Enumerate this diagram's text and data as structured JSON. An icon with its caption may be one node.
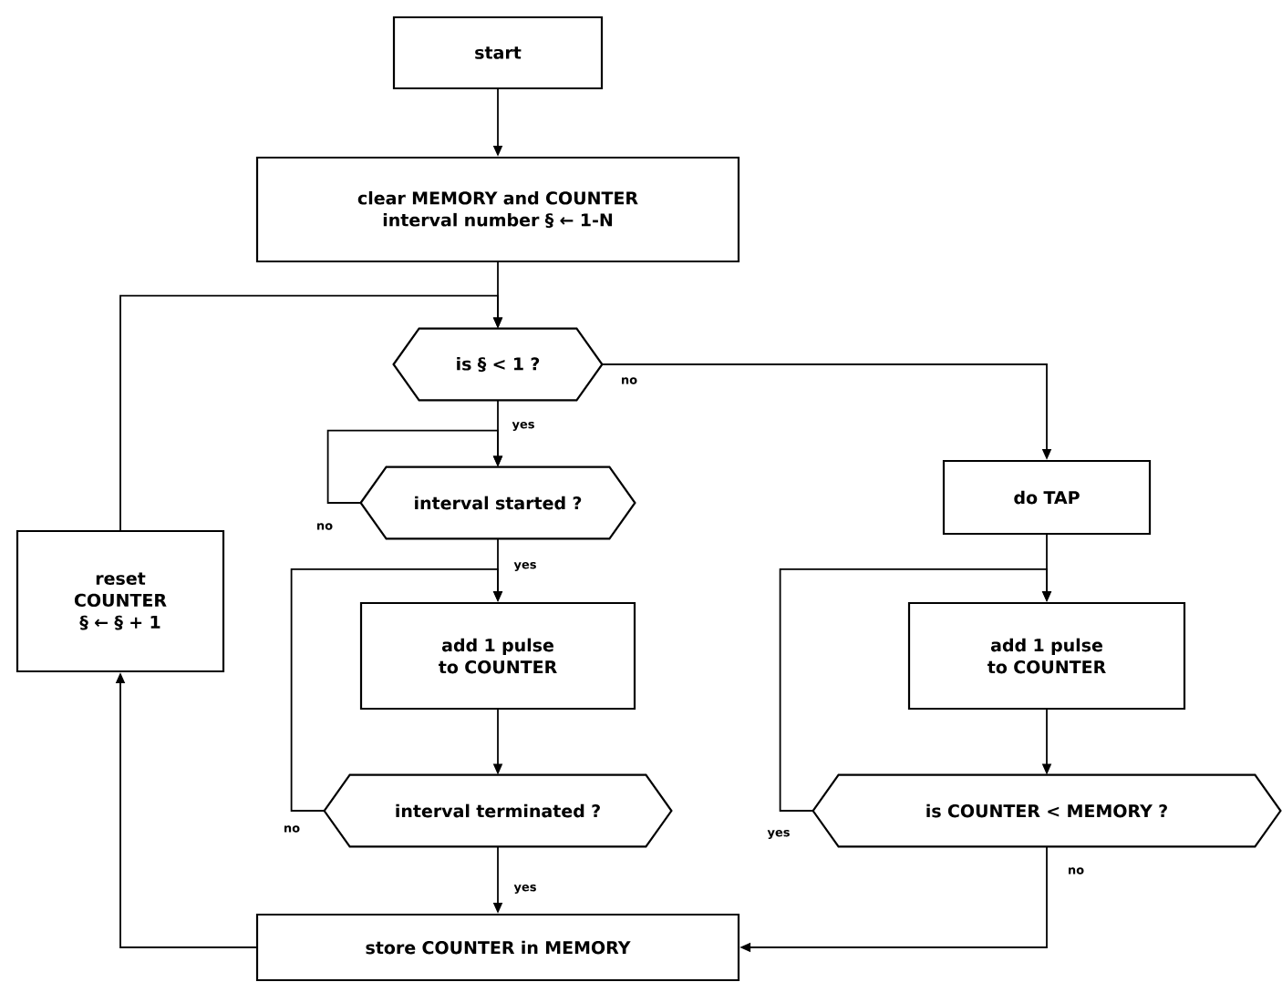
{
  "diagram": {
    "nodes": [
      {
        "text": [
          "start"
        ]
      },
      {
        "text": [
          "clear MEMORY and COUNTER interval number § ← 1-N"
        ]
      },
      {
        "text": [
          "is § < 1 ?"
        ]
      },
      {
        "text": [
          "interval started ?"
        ]
      },
      {
        "text": [
          "do TAP"
        ]
      },
      {
        "text": [
          "reset COUNTER § ← § + 1"
        ]
      },
      {
        "text": [
          "add 1 pulse to COUNTER"
        ]
      },
      {
        "text": [
          "add 1 pulse to COUNTER"
        ]
      },
      {
        "text": [
          "interval terminated ?"
        ]
      },
      {
        "text": [
          "is COUNTER < MEMORY ?"
        ]
      },
      {
        "text": [
          "store COUNTER in MEMORY"
        ]
      }
    ],
    "edges": [
      {
        "from": 0,
        "to": 1,
        "arrow": "to"
      },
      {
        "from": 1,
        "to": 2,
        "arrow": "to"
      },
      {
        "from": 2,
        "to": 3,
        "arrow": "to",
        "label": "yes"
      },
      {
        "from": 2,
        "to": 4,
        "arrow": "to",
        "label": "no"
      },
      {
        "from": 3,
        "to": 3,
        "arrow": "to",
        "label": "no"
      },
      {
        "from": 3,
        "to": 6,
        "arrow": "to",
        "label": "yes"
      },
      {
        "from": 4,
        "to": 7,
        "arrow": "to"
      },
      {
        "from": 6,
        "to": 8,
        "arrow": "to"
      },
      {
        "from": 8,
        "to": 6,
        "arrow": "to",
        "label": "no"
      },
      {
        "from": 8,
        "to": 10,
        "arrow": "to",
        "label": "yes"
      },
      {
        "from": 7,
        "to": 9,
        "arrow": "to"
      },
      {
        "from": 9,
        "to": 7,
        "arrow": "to",
        "label": "yes"
      },
      {
        "from": 9,
        "to": 10,
        "arrow": "to",
        "label": "no"
      },
      {
        "from": 10,
        "to": 5,
        "arrow": "to"
      },
      {
        "from": 5,
        "to": 2,
        "arrow": "to"
      }
    ]
  }
}
